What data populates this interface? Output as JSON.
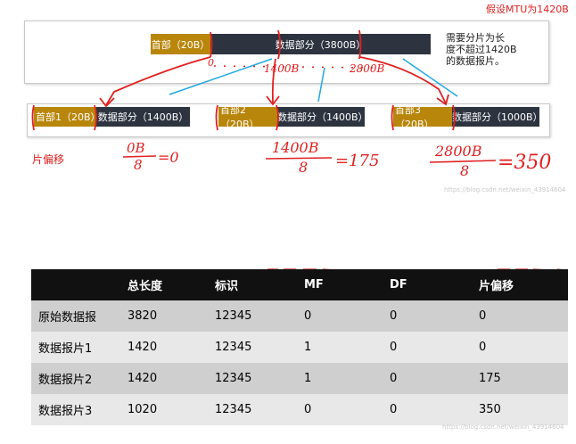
{
  "mtu_note": "假设MTU为1420B",
  "original": {
    "header": "首部（20B）",
    "data": "数据部分（3800B）"
  },
  "side_note": [
    "需要分片为长",
    "度不超过1420B",
    "的数据报片。"
  ],
  "fragments": [
    {
      "header": "首部1（20B）",
      "data": "数据部分（1400B）"
    },
    {
      "header": "首部2（20B）",
      "data": "数据部分（1400B）"
    },
    {
      "header": "首部3（20B）",
      "data": "数据部分（1000B）"
    }
  ],
  "offset_label": "片偏移",
  "handwritten": {
    "split_0": "0",
    "split_1": "1400B",
    "split_2": "2800B",
    "calc1_num": "0B",
    "calc1_den": "8",
    "calc1_res": "=0",
    "calc2_num": "1400B",
    "calc2_den": "8",
    "calc2_res": "=175",
    "calc3_num": "2800B",
    "calc3_den": "8",
    "calc3_res": "=350"
  },
  "watermark": "https://blog.csdn.net/weixin_43914604",
  "table": {
    "headers": [
      "",
      "总长度",
      "标识",
      "MF",
      "DF",
      "片偏移"
    ],
    "rows": [
      [
        "原始数据报",
        "3820",
        "12345",
        "0",
        "0",
        "0"
      ],
      [
        "数据报片1",
        "1420",
        "12345",
        "1",
        "0",
        "0"
      ],
      [
        "数据报片2",
        "1420",
        "12345",
        "1",
        "0",
        "175"
      ],
      [
        "数据报片3",
        "1020",
        "12345",
        "0",
        "0",
        "350"
      ]
    ]
  },
  "colors": {
    "header_fill": "#b8860b",
    "data_fill": "#2d3440",
    "annotation": "#e02020",
    "connector": "#1fa8e0"
  }
}
